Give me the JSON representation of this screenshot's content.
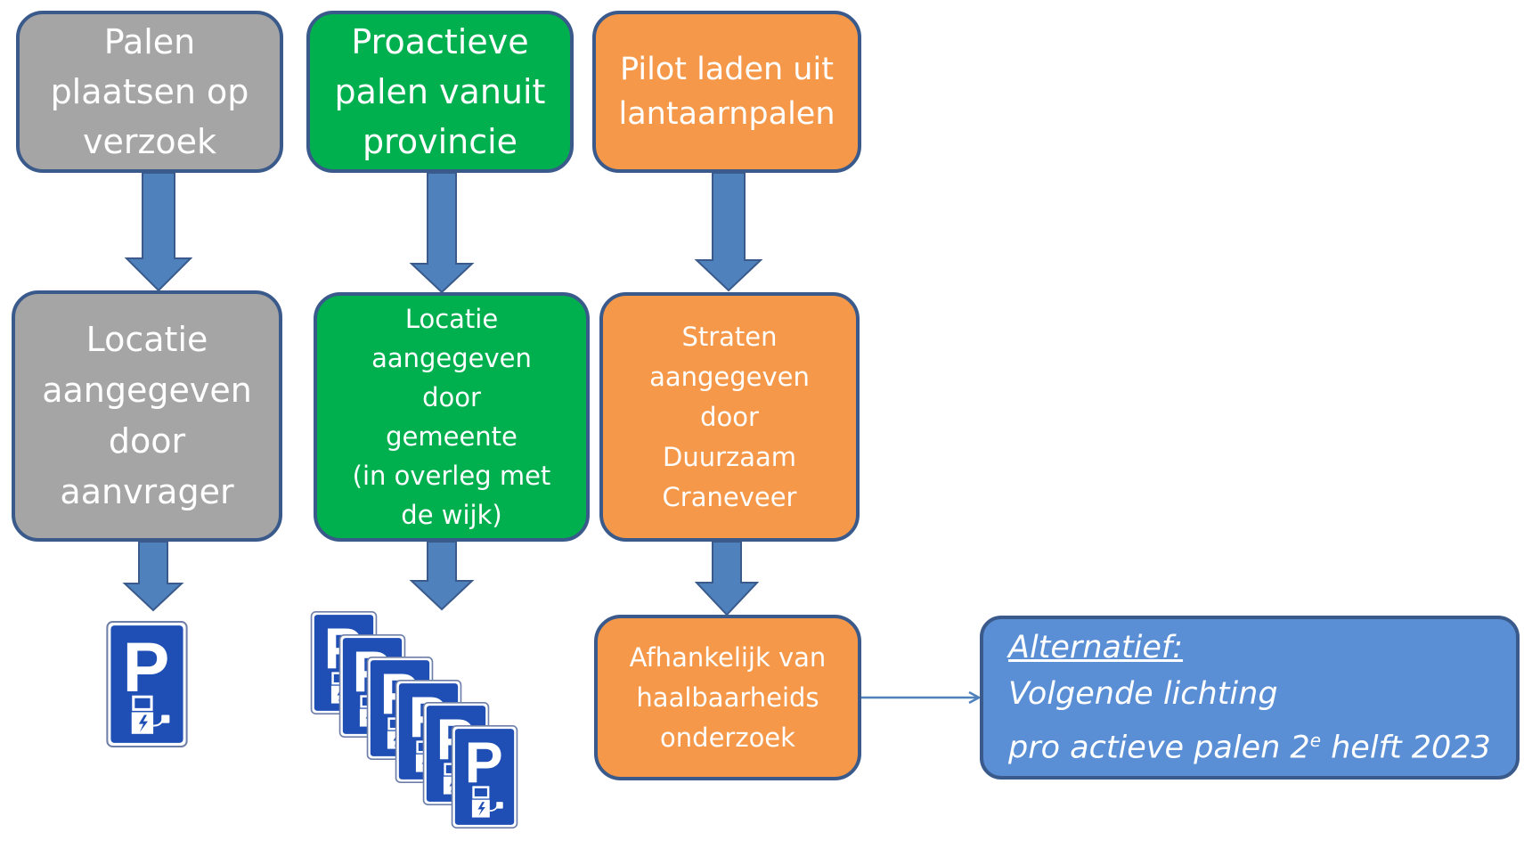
{
  "colors": {
    "gray": "#a5a5a5",
    "green": "#00b04f",
    "orange": "#f5984a",
    "blue": "#5a8fd6",
    "border": "#3a5a8c",
    "arrow": "#4f81bd",
    "sign_blue": "#1f4fb4"
  },
  "columns": [
    {
      "top": [
        "Palen",
        "plaatsen op",
        "verzoek"
      ],
      "middle": [
        "Locatie",
        "aangegeven",
        "door",
        "aanvrager"
      ],
      "signs": 1
    },
    {
      "top": [
        "Proactieve",
        "palen vanuit",
        "provincie"
      ],
      "middle": [
        "Locatie",
        "aangegeven",
        "door",
        "gemeente",
        "(in overleg met",
        "de wijk)"
      ],
      "signs": 6
    },
    {
      "top": [
        "Pilot laden uit",
        "lantaarnpalen"
      ],
      "middle": [
        "Straten",
        "aangegeven",
        "door",
        "Duurzaam",
        "Craneveer"
      ],
      "bottom": [
        "Afhankelijk van",
        "haalbaarheids",
        "onderzoek"
      ]
    }
  ],
  "alternative": {
    "heading": "Alternatief:",
    "line1": "Volgende  lichting",
    "line2_prefix": "pro actieve palen 2",
    "line2_sup": "e",
    "line2_suffix": " helft 2023"
  },
  "sign": {
    "letter": "P",
    "icon": "ev-charging-sign-icon"
  }
}
